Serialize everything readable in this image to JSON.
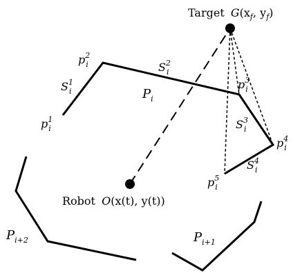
{
  "colors": {
    "stroke": "#000000",
    "background": "#ffffff"
  },
  "target": {
    "word": "Target",
    "name": "G",
    "args": "(x",
    "sub1": "f",
    "mid": ", y",
    "sub2": "f",
    "close": ")"
  },
  "robot": {
    "word": "Robot",
    "name": "O",
    "args": "(x(t), y(t))"
  },
  "vertices": [
    {
      "base": "p",
      "sub": "i",
      "sup": "1"
    },
    {
      "base": "p",
      "sub": "i",
      "sup": "2"
    },
    {
      "base": "p",
      "sub": "i",
      "sup": "3"
    },
    {
      "base": "p",
      "sub": "i",
      "sup": "4"
    },
    {
      "base": "p",
      "sub": "i",
      "sup": "5"
    }
  ],
  "segments": [
    {
      "base": "S",
      "sub": "i",
      "sup": "1"
    },
    {
      "base": "S",
      "sub": "i",
      "sup": "2"
    },
    {
      "base": "S",
      "sub": "i",
      "sup": "3"
    },
    {
      "base": "S",
      "sub": "i",
      "sup": "4"
    }
  ],
  "polygons": [
    {
      "base": "P",
      "sub": "i"
    },
    {
      "base": "P",
      "sub": "i+2"
    },
    {
      "base": "P",
      "sub": "i+1"
    }
  ]
}
